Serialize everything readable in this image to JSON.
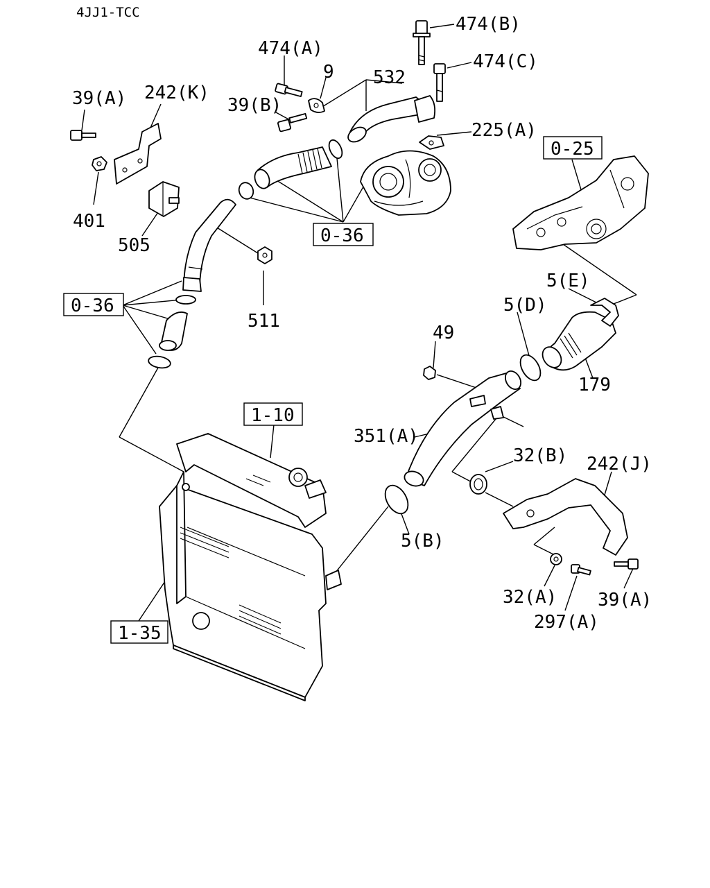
{
  "header": {
    "model_code": "4JJ1-TCC"
  },
  "labels": {
    "p474b": "474(B)",
    "p474a": "474(A)",
    "p474c": "474(C)",
    "p9": "9",
    "p532": "532",
    "p39b": "39(B)",
    "p39a_top": "39(A)",
    "p242k": "242(K)",
    "p225a": "225(A)",
    "p401": "401",
    "p505": "505",
    "p511": "511",
    "p5e": "5(E)",
    "p5d": "5(D)",
    "p49": "49",
    "p179": "179",
    "p351a": "351(A)",
    "p32b": "32(B)",
    "p242j": "242(J)",
    "p5b": "5(B)",
    "p32a": "32(A)",
    "p39a_bottom": "39(A)",
    "p297a": "297(A)"
  },
  "references": {
    "r036_center": "0-36",
    "r036_left": "0-36",
    "r025": "0-25",
    "r110": "1-10",
    "r135": "1-35"
  }
}
